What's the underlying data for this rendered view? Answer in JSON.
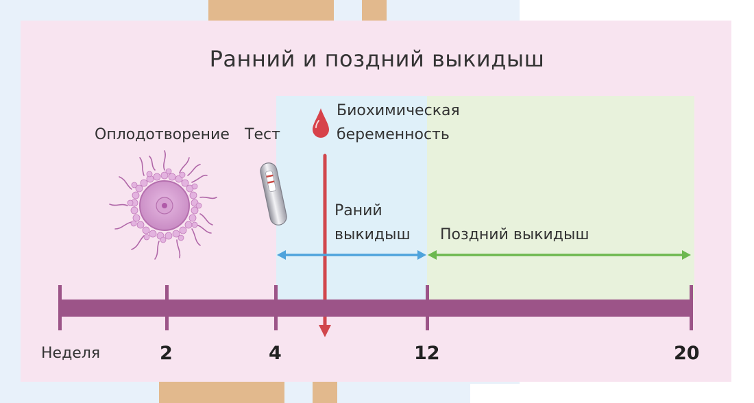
{
  "title": "Ранний и поздний выкидыш",
  "events": {
    "fertilization": "Оплодотворение",
    "test": "Тест",
    "biochemical_line1": "Биохимическая",
    "biochemical_line2": "беременность"
  },
  "periods": {
    "early_line1": "Раний",
    "early_line2": "выкидыш",
    "late": "Поздний выкидыш"
  },
  "timeline": {
    "axis_label": "Неделя",
    "ticks": [
      "2",
      "4",
      "12",
      "20"
    ]
  },
  "icons": {
    "egg_cell": "egg-cell-icon",
    "pregnancy_test": "pregnancy-test-icon",
    "blood_drop": "blood-drop-icon"
  },
  "colors": {
    "background": "#f8e4f0",
    "early_zone": "#dff0f9",
    "late_zone": "#e8f2dc",
    "timeline": "#9c5488",
    "early_arrow": "#4ea3dc",
    "late_arrow": "#6cb84f",
    "biochemical_arrow": "#d1464c"
  }
}
